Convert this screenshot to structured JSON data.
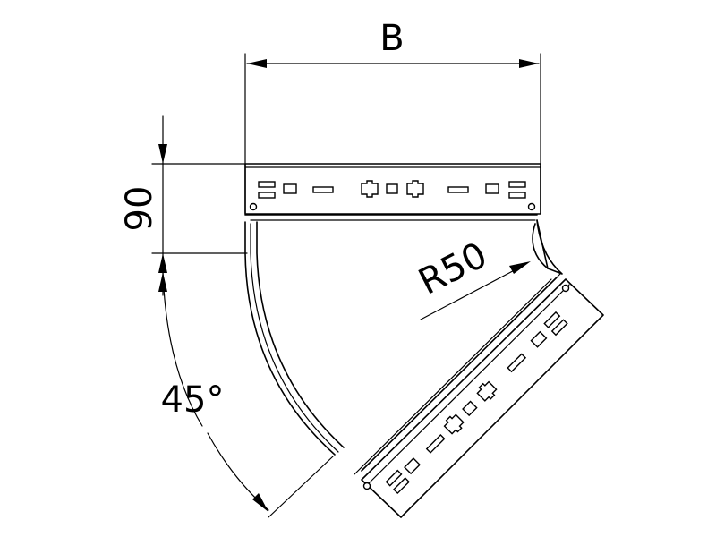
{
  "dimensions": {
    "width_label": "B",
    "height_label": "90",
    "radius_label": "R50",
    "angle_label": "45°"
  }
}
